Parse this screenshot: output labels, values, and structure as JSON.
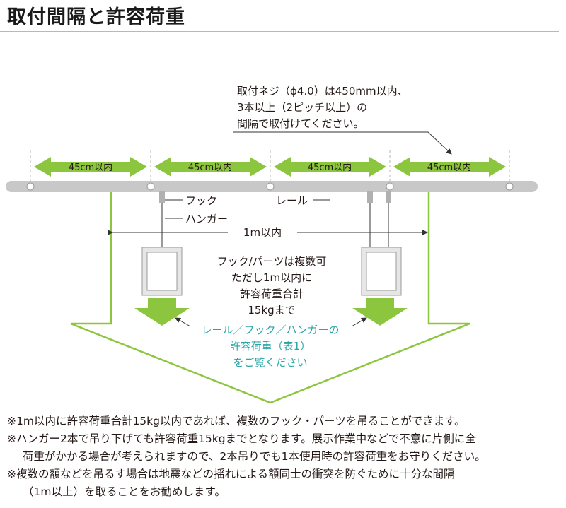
{
  "title": "取付間隔と許容荷重",
  "screw_note": [
    "取付ネジ（ϕ4.0）は450mm以内、",
    "3本以上（2ピッチ以上）の",
    "間隔で取付けてください。"
  ],
  "spacing_label": "45cm以内",
  "labels": {
    "hook": "フック",
    "rail": "レール",
    "hanger": "ハンガー",
    "span": "1m以内"
  },
  "center_note": [
    "フック/パーツは複数可",
    "ただし1m以内に",
    "許容荷重合計",
    "15kgまで"
  ],
  "load_note": [
    "レール／フック／ハンガーの",
    "許容荷重（表1）",
    "をご覧ください"
  ],
  "notes": [
    {
      "first": "※1m以内に許容荷重合計15kg以内であれば、複数のフック・パーツを吊ることができます。",
      "rest": ""
    },
    {
      "first": "※ハンガー2本で吊り下げても許容荷重15kgまでとなります。展示作業中などで不意に片側に全",
      "rest": "荷重がかかる場合が考えられますので、2本吊りでも1本使用時の許容荷重をお守りください。"
    },
    {
      "first": "※複数の額などを吊るす場合は地震などの揺れによる額同士の衝突を防ぐために十分な間隔",
      "rest": "（1m以上）を取ることをお勧めします。"
    }
  ],
  "colors": {
    "accent_green": "#8cc63f",
    "teal_text": "#2aa5a5",
    "rail_gray": "#c8c8c8"
  }
}
